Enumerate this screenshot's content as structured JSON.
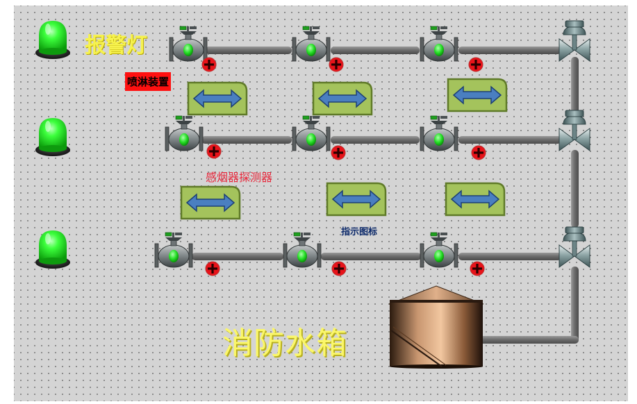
{
  "labels": {
    "alarm_light": "报警灯",
    "spray_device": "喷淋装置",
    "smoke_detector": "感烟器探测器",
    "indicator_icon": "指示图标",
    "fire_water_tank": "消防水箱"
  },
  "colors": {
    "canvas": "#d4d4d4",
    "lamp_on": "#12e812",
    "pipe": "#7b7b7b",
    "valve_body": "#808a8c",
    "valve_indicator": "#2ee82e",
    "indicator_panel": "#a5c45e",
    "indicator_arrow": "#4a7fc0",
    "smoke_sensor": "#e8131a",
    "alarm_label": "#f6f24e",
    "tank_label": "#fbf76a",
    "spray_label_bg": "#ff1010"
  },
  "icons": {
    "alarm_lamp": "alarm-lamp-icon",
    "pipe_valve": "gate-valve-icon",
    "smoke_sensor": "smoke-detector-icon",
    "flow_indicator": "double-arrow-icon",
    "main_valve": "globe-valve-icon",
    "water_tank": "water-tank-icon"
  },
  "lamps": [
    {
      "name": "lamp-row-1",
      "state": "on"
    },
    {
      "name": "lamp-row-2",
      "state": "on"
    },
    {
      "name": "lamp-row-3",
      "state": "on"
    }
  ],
  "valve_rows": [
    {
      "row": 1,
      "valves": [
        "valve-1-1",
        "valve-1-2",
        "valve-1-3"
      ],
      "state": "open"
    },
    {
      "row": 2,
      "valves": [
        "valve-2-1",
        "valve-2-2",
        "valve-2-3"
      ],
      "state": "open"
    },
    {
      "row": 3,
      "valves": [
        "valve-3-1",
        "valve-3-2",
        "valve-3-3"
      ],
      "state": "open"
    }
  ]
}
